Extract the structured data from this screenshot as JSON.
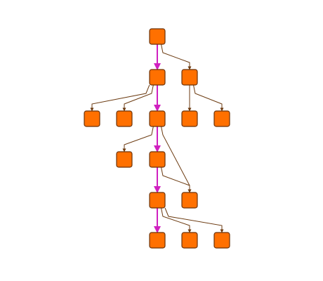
{
  "diagram": {
    "type": "tree",
    "colors": {
      "background": "#ffffff",
      "node_fill": "#ff7000",
      "node_stroke": "#6b3208",
      "edge": "#6b3a10",
      "highlight_edge": "#d020c0"
    },
    "nodes": [
      {
        "id": "n0"
      },
      {
        "id": "n1"
      },
      {
        "id": "n2"
      },
      {
        "id": "n3"
      },
      {
        "id": "n4"
      },
      {
        "id": "n5"
      },
      {
        "id": "n6"
      },
      {
        "id": "n7"
      },
      {
        "id": "n8"
      },
      {
        "id": "n9"
      },
      {
        "id": "n10"
      },
      {
        "id": "n11"
      },
      {
        "id": "n12"
      },
      {
        "id": "n13"
      },
      {
        "id": "n14"
      },
      {
        "id": "n15"
      }
    ],
    "edges": [
      {
        "from": "n0",
        "to": "n1",
        "highlight": true
      },
      {
        "from": "n0",
        "to": "n2",
        "highlight": false
      },
      {
        "from": "n1",
        "to": "n3",
        "highlight": false
      },
      {
        "from": "n1",
        "to": "n4",
        "highlight": false
      },
      {
        "from": "n1",
        "to": "n5",
        "highlight": true
      },
      {
        "from": "n2",
        "to": "n6",
        "highlight": false
      },
      {
        "from": "n2",
        "to": "n7",
        "highlight": false
      },
      {
        "from": "n5",
        "to": "n8",
        "highlight": false
      },
      {
        "from": "n5",
        "to": "n9",
        "highlight": true
      },
      {
        "from": "n5",
        "to": "n11",
        "highlight": false
      },
      {
        "from": "n9",
        "to": "n10",
        "highlight": true
      },
      {
        "from": "n9",
        "to": "n11",
        "highlight": false
      },
      {
        "from": "n10",
        "to": "n12",
        "highlight": true
      },
      {
        "from": "n10",
        "to": "n13",
        "highlight": false
      },
      {
        "from": "n10",
        "to": "n14",
        "highlight": false
      }
    ]
  }
}
